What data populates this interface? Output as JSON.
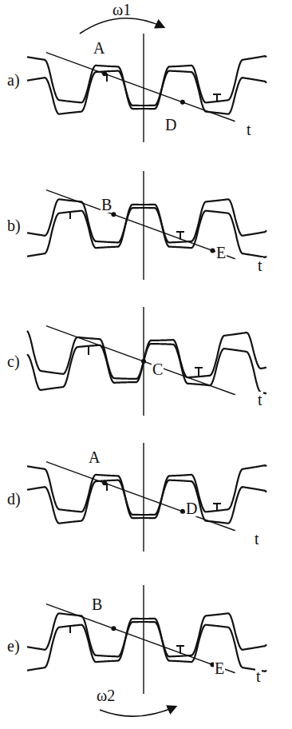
{
  "diagram": {
    "labels": [
      "ω1",
      "A",
      "a)",
      "D",
      "t",
      "B",
      "b)",
      "E",
      "t",
      "c)",
      "C",
      "t",
      "A",
      "d)",
      "D",
      "t",
      "B",
      "e)",
      "E",
      "t",
      "ω2"
    ]
  }
}
